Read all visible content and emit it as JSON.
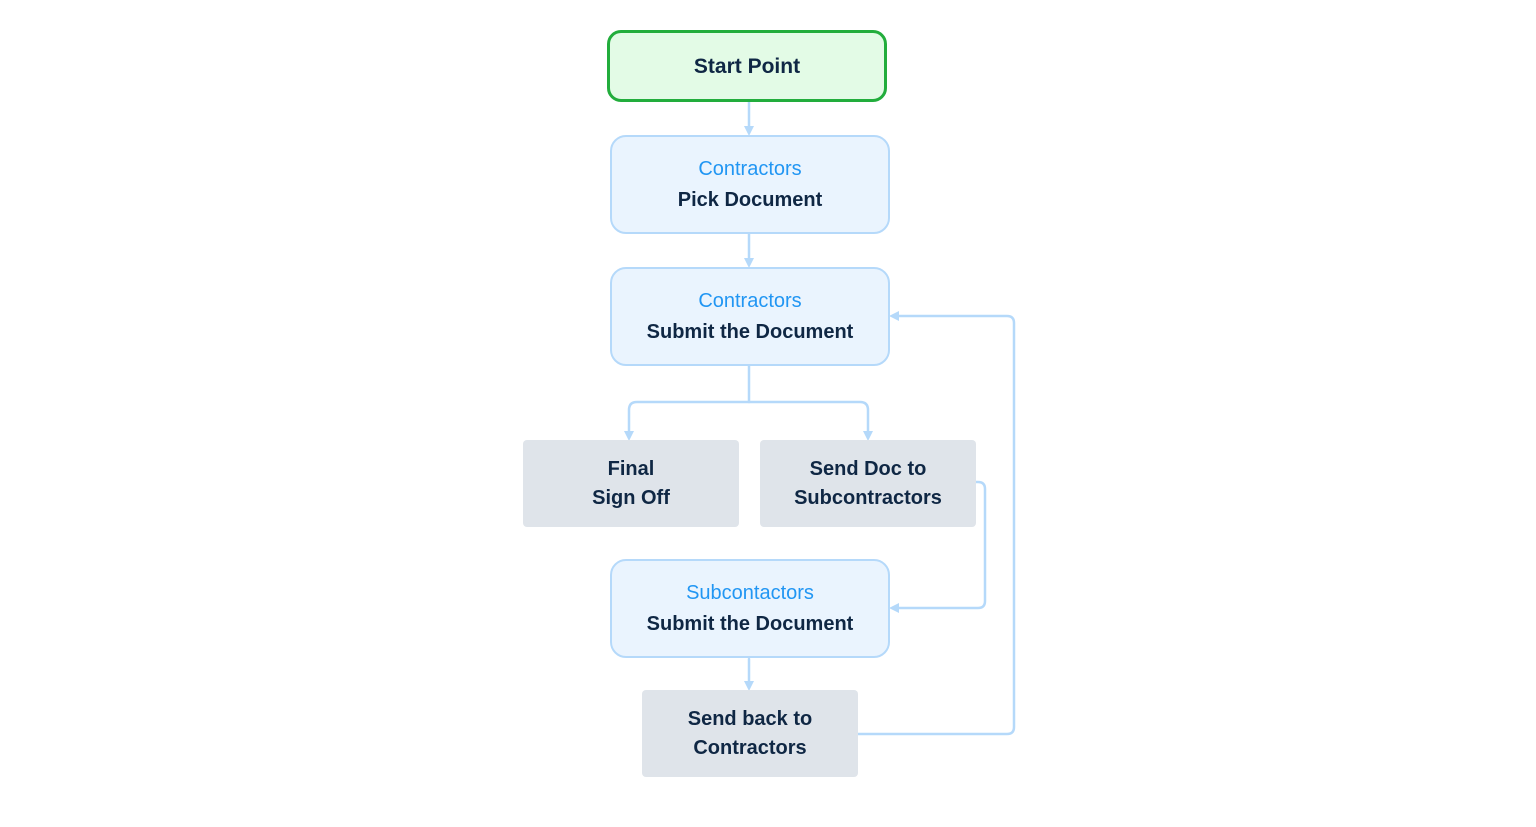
{
  "diagram": {
    "start": {
      "label": "Start Point"
    },
    "pick_document": {
      "actor": "Contractors",
      "action": "Pick Document"
    },
    "contractors_submit": {
      "actor": "Contractors",
      "action": "Submit the Document"
    },
    "final_sign_off": {
      "line1": "Final",
      "line2": "Sign Off"
    },
    "send_to_subcontractors": {
      "line1": "Send Doc to",
      "line2": "Subcontractors"
    },
    "subcontractors_submit": {
      "actor": "Subcontactors",
      "action": "Submit the Document"
    },
    "send_back": {
      "line1": "Send back to",
      "line2": "Contractors"
    }
  },
  "colors": {
    "connector": "#b5d9fa",
    "start_border": "#22ad3c",
    "start_fill": "#e3fbe6",
    "role_fill": "#eaf4fe",
    "role_border": "#b5d9fa",
    "actor_text": "#2196f3",
    "step_fill": "#dfe4ea",
    "text_dark": "#0f2744"
  }
}
